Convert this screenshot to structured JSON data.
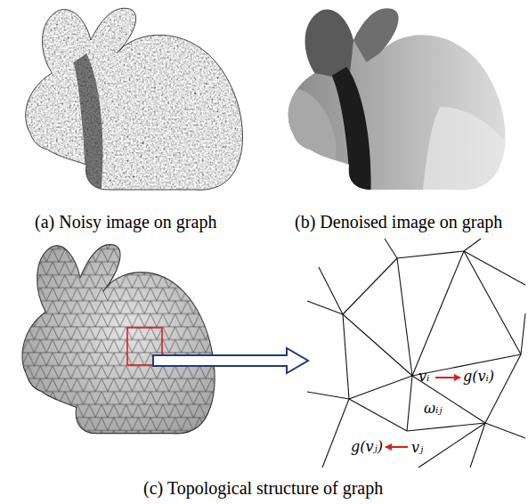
{
  "diagram": {
    "labels": [
      "(a) Noisy image on graph",
      "(b) Denoised image on graph",
      "vᵢ",
      "g(vᵢ)",
      "g(vⱼ)",
      "vⱼ",
      "ωᵢⱼ",
      "(c) Topological structure of graph"
    ]
  }
}
